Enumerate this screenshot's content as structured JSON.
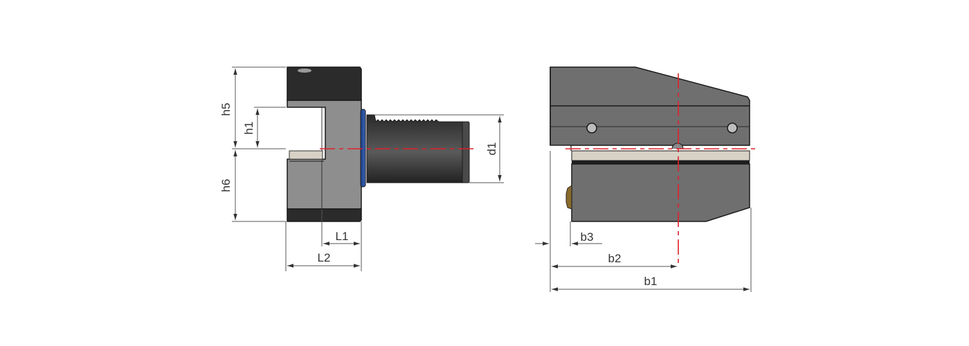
{
  "drawing": {
    "type": "technical-drawing",
    "subject": "tool holder, side and front views",
    "colors": {
      "body_dark": "#2a2a2a",
      "body_gray": "#8c8c8c",
      "body_mid": "#6f6f6f",
      "insert": "#d8d2c6",
      "shank": "#3a3a3a",
      "seal_ring": "#2a4fa0",
      "centerline": "#e0202a",
      "dimension_line": "#555555",
      "fitting": "#8a6a2a"
    }
  },
  "left_view": {
    "dimensions": {
      "h5": "h5",
      "h1": "h1",
      "h6": "h6",
      "d1": "d1",
      "L1": "L1",
      "L2": "L2"
    }
  },
  "right_view": {
    "dimensions": {
      "b1": "b1",
      "b2": "b2",
      "b3": "b3"
    }
  }
}
